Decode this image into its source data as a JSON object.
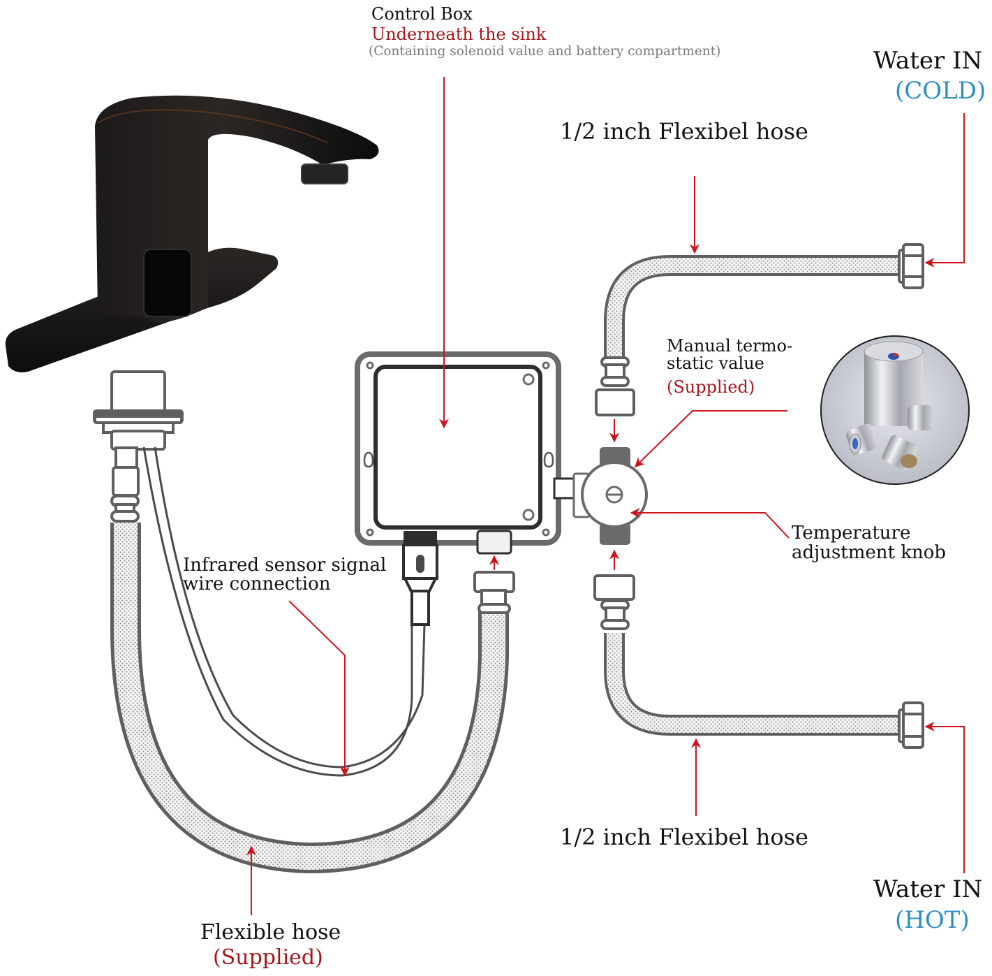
{
  "colors": {
    "label": "#111111",
    "accent_red": "#a8161b",
    "arrow_red": "#d0121b",
    "note_grey": "#7a7a7a",
    "water_blue": "#2d8ec4",
    "line_grey": "#5f5f5f",
    "dark": "#2e2e2e",
    "faucet_black": "#141414"
  },
  "labels": {
    "control_box": {
      "title": "Control Box",
      "location": "Underneath the sink",
      "note": "(Containing solenoid value and battery compartment)"
    },
    "water_in_cold": {
      "title": "Water IN",
      "type": "(COLD)"
    },
    "water_in_hot": {
      "title": "Water IN",
      "type": "(HOT)"
    },
    "hose_top": "1/2 inch Flexibel hose",
    "hose_bottom": "1/2 inch Flexibel hose",
    "thermostatic_valve": {
      "line1": "Manual termo-",
      "line2": "static value",
      "status": "(Supplied)"
    },
    "temperature_knob": {
      "line1": "Temperature",
      "line2": "adjustment knob"
    },
    "infrared_sensor": {
      "line1": "Infrared sensor signal",
      "line2": "wire connection"
    },
    "flexible_hose": {
      "title": "Flexible hose",
      "status": "(Supplied)"
    }
  },
  "components": [
    "faucet",
    "faucet-shank",
    "control-box",
    "sensor-connector",
    "thermostatic-mixing-valve",
    "valve-photo",
    "cold-water-hose",
    "hot-water-hose",
    "faucet-supply-hose",
    "sensor-signal-wire"
  ]
}
